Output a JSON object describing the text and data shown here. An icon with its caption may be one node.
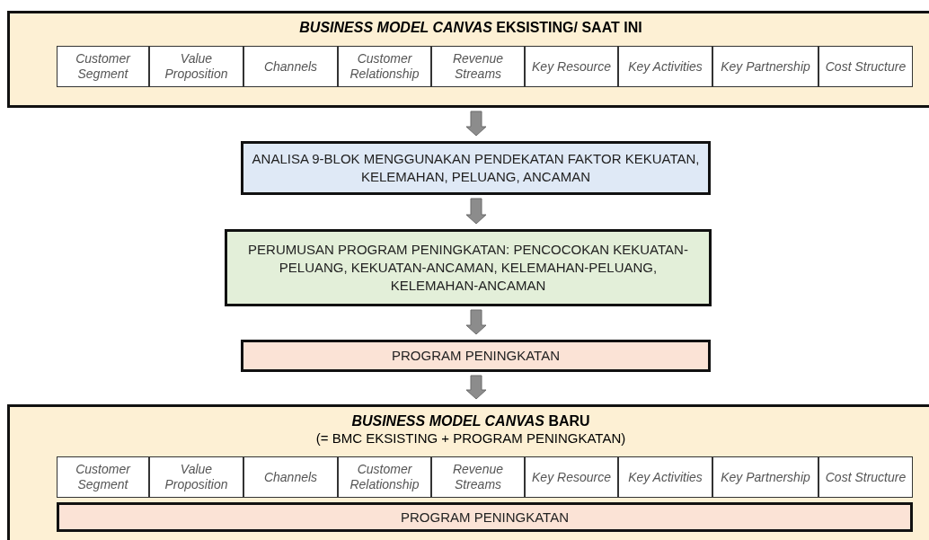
{
  "diagram": {
    "nodes": [
      {
        "text": [
          "*BUSINESS MODEL CANVAS* EKSISTING/ SAAT INI"
        ]
      },
      {
        "text": [
          "Customer Segment"
        ],
        "in": 0
      },
      {
        "text": [
          "Value Proposition"
        ],
        "in": 0
      },
      {
        "text": [
          "Channels"
        ],
        "in": 0
      },
      {
        "text": [
          "Customer Relationship"
        ],
        "in": 0
      },
      {
        "text": [
          "Revenue Streams"
        ],
        "in": 0
      },
      {
        "text": [
          "Key Resource"
        ],
        "in": 0
      },
      {
        "text": [
          "Key Activities"
        ],
        "in": 0
      },
      {
        "text": [
          "Key Partnership"
        ],
        "in": 0
      },
      {
        "text": [
          "Cost Structure"
        ],
        "in": 0
      },
      {
        "text": [
          "ANALISA 9-BLOK MENGGUNAKAN PENDEKATAN FAKTOR KEKUATAN, KELEMAHAN, PELUANG, ANCAMAN"
        ]
      },
      {
        "text": [
          "PERUMUSAN PROGRAM PENINGKATAN: PENCOCOKAN KEKUATAN-PELUANG, KEKUATAN-ANCAMAN, KELEMAHAN-PELUANG, KELEMAHAN-ANCAMAN"
        ]
      },
      {
        "text": [
          "PROGRAM PENINGKATAN"
        ]
      },
      {
        "text": [
          "*BUSINESS MODEL CANVAS* BARU",
          "(= BMC EKSISTING + PROGRAM PENINGKATAN)"
        ]
      },
      {
        "text": [
          "Customer Segment"
        ],
        "in": 13
      },
      {
        "text": [
          "Value Proposition"
        ],
        "in": 13
      },
      {
        "text": [
          "Channels"
        ],
        "in": 13
      },
      {
        "text": [
          "Customer Relationship"
        ],
        "in": 13
      },
      {
        "text": [
          "Revenue Streams"
        ],
        "in": 13
      },
      {
        "text": [
          "Key Resource"
        ],
        "in": 13
      },
      {
        "text": [
          "Key Activities"
        ],
        "in": 13
      },
      {
        "text": [
          "Key Partnership"
        ],
        "in": 13
      },
      {
        "text": [
          "Cost Structure"
        ],
        "in": 13
      },
      {
        "text": [
          "PROGRAM PENINGKATAN"
        ],
        "in": 13
      }
    ],
    "edges": [
      {
        "from": 0,
        "to": 10,
        "arrow": "to"
      },
      {
        "from": 10,
        "to": 11,
        "arrow": "to"
      },
      {
        "from": 11,
        "to": 12,
        "arrow": "to"
      },
      {
        "from": 12,
        "to": 13,
        "arrow": "to"
      }
    ]
  }
}
